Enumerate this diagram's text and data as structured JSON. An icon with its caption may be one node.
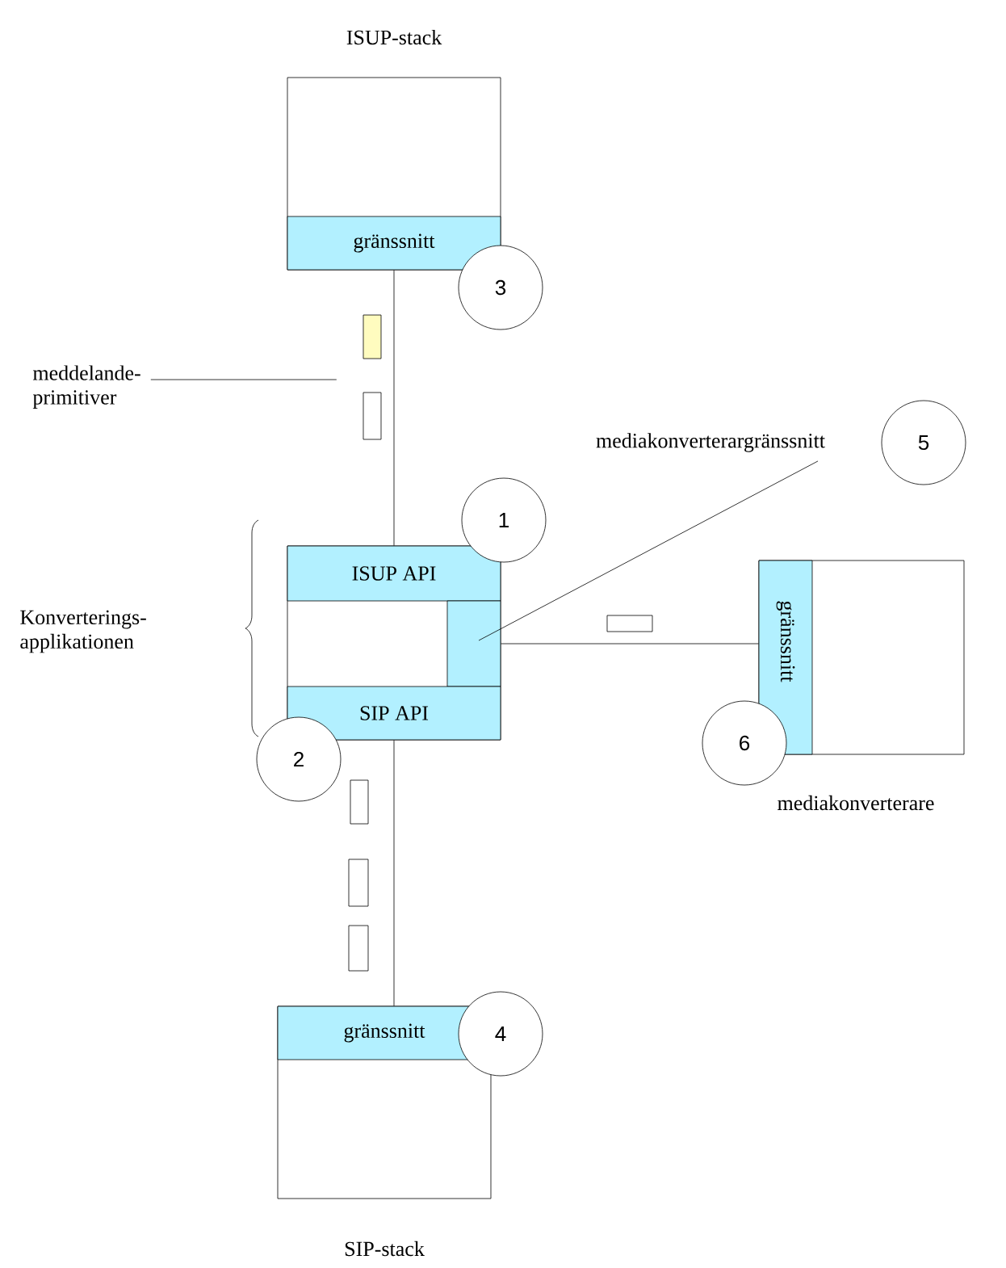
{
  "diagram": {
    "nodes": [
      {
        "text": [
          "ISUP-stack"
        ]
      },
      {
        "text": [
          "gränssnitt"
        ],
        "in": 0
      },
      {
        "text": [
          "3"
        ]
      },
      {
        "text": [
          "meddelande- primitiver"
        ]
      },
      {
        "text": [
          "1"
        ]
      },
      {
        "text": [],
        "shape": "box"
      },
      {
        "text": [
          "ISUP API"
        ],
        "in": 5
      },
      {
        "text": [],
        "shape": "box",
        "in": 5
      },
      {
        "text": [
          "SIP API"
        ],
        "in": 5
      },
      {
        "text": [
          "2"
        ]
      },
      {
        "text": [
          "mediakonverterargränssnitt"
        ]
      },
      {
        "text": [
          "5"
        ]
      },
      {
        "text": [
          "mediakonverterare"
        ]
      },
      {
        "text": [
          "gränssnitt"
        ],
        "in": 12
      },
      {
        "text": [
          "6"
        ]
      },
      {
        "text": [
          "SIP-stack"
        ]
      },
      {
        "text": [
          "gränssnitt"
        ],
        "in": 15
      },
      {
        "text": [
          "4"
        ]
      }
    ],
    "edges": [
      {
        "from": 1,
        "to": 6,
        "arrow": "none"
      },
      {
        "from": 8,
        "to": 16,
        "arrow": "none"
      },
      {
        "from": 7,
        "to": 13,
        "arrow": "none"
      },
      {
        "from": 10,
        "to": 7,
        "arrow": "none"
      },
      {
        "from": 3,
        "to": null,
        "arrow": "none"
      }
    ],
    "labels": [
      "Konverterings- applikationen"
    ]
  }
}
